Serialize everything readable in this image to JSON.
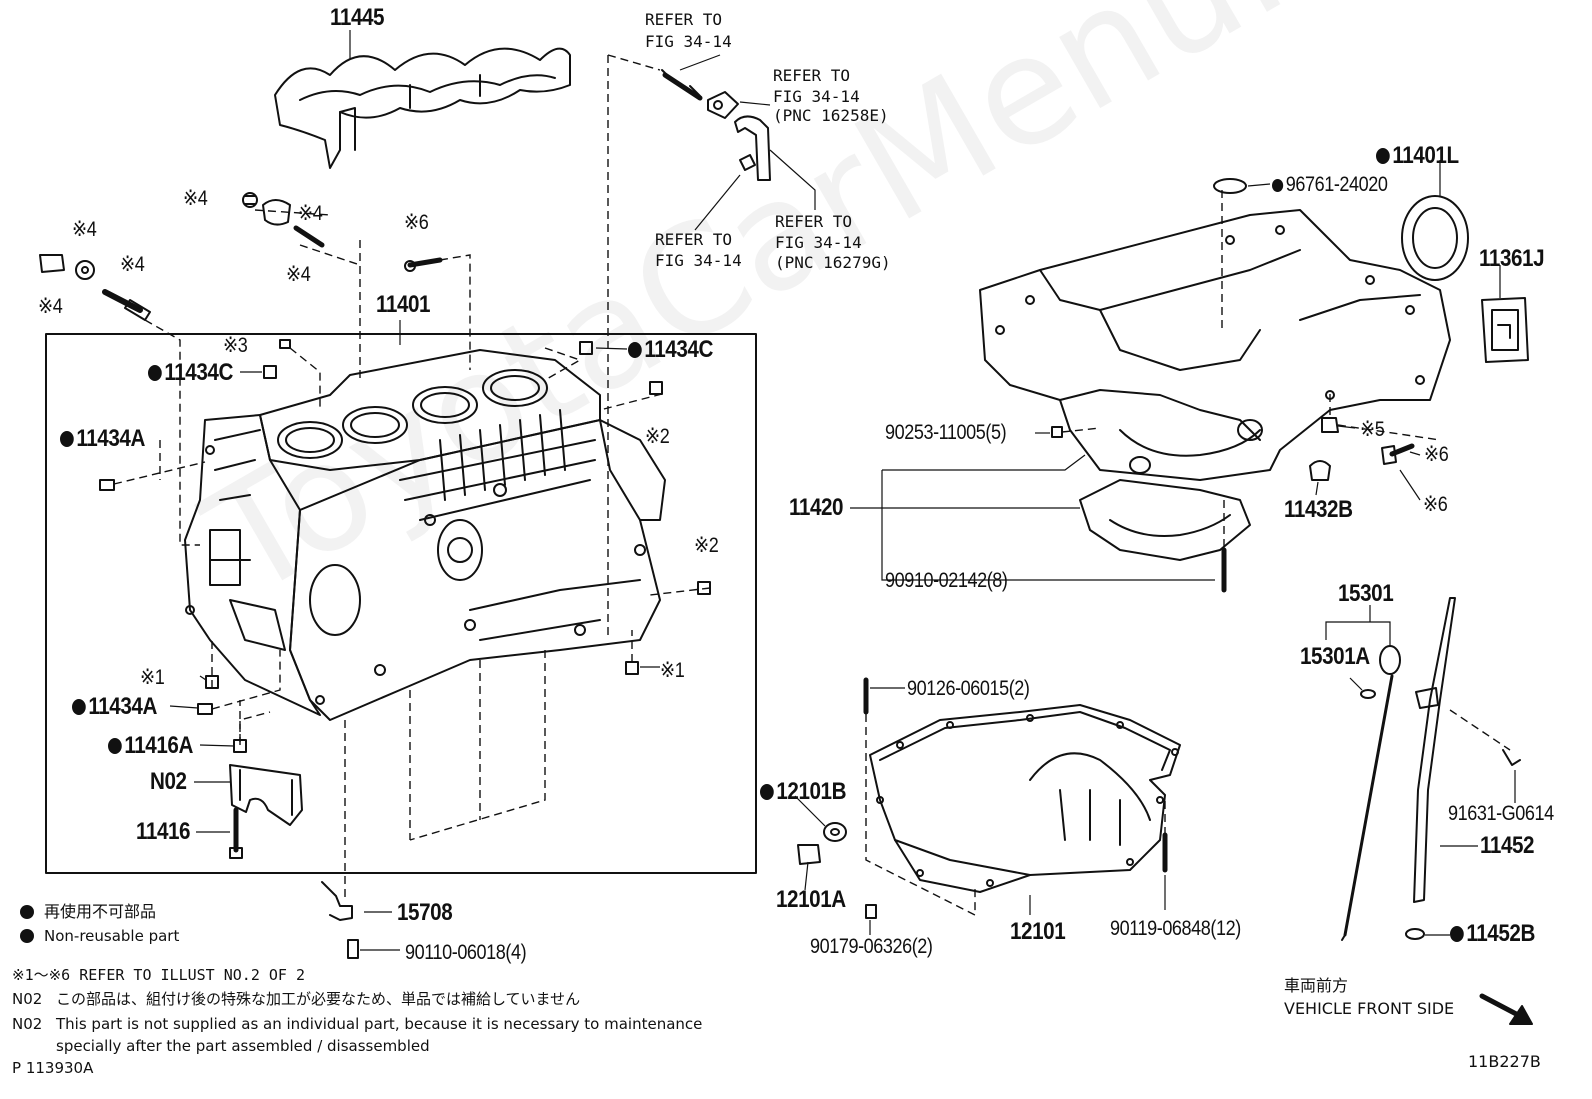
{
  "watermark": "ToyotaCarMenu.ru",
  "labels": {
    "p11445": "11445",
    "refer_a_1": "REFER TO",
    "refer_a_2": "FIG 34-14",
    "refer_b_1": "REFER TO",
    "refer_b_2": "FIG 34-14",
    "refer_b_3": "(PNC 16258E)",
    "refer_c_1": "REFER TO",
    "refer_c_2": "FIG 34-14",
    "refer_d_1": "REFER TO",
    "refer_d_2": "FIG 34-14",
    "refer_d_3": "(PNC 16279G)",
    "p11401": "11401",
    "p11434c_r": "11434C",
    "p11434c_l": "11434C",
    "p11434a_top": "11434A",
    "p11434a_bot": "11434A",
    "p11416a": "11416A",
    "n02": "N02",
    "p11416": "11416",
    "p15708": "15708",
    "p90110": "90110-06018(4)",
    "k4_a": "※4",
    "k4_b": "※4",
    "k4_c": "※4",
    "k4_d": "※4",
    "k4_e": "※4",
    "k4_f": "※4",
    "k6_top": "※6",
    "k3": "※3",
    "k2_a": "※2",
    "k2_b": "※2",
    "k1_a": "※1",
    "k1_b": "※1",
    "p96761": "96761-24020",
    "p11401l": "11401L",
    "p11361j": "11361J",
    "p90253": "90253-11005(5)",
    "k5": "※5",
    "p11420": "11420",
    "p11432b": "11432B",
    "k6_r": "※6",
    "p90910": "90910-02142(8)",
    "p15301": "15301",
    "p15301a": "15301A",
    "p90126": "90126-06015(2)",
    "p12101b": "12101B",
    "p12101a": "12101A",
    "p90179": "90179-06326(2)",
    "p12101": "12101",
    "p90119": "90119-06848(12)",
    "p91631": "91631-G0614",
    "p11452": "11452",
    "p11452b": "11452B",
    "front_jp": "車両前方",
    "front_en": "VEHICLE FRONT SIDE",
    "fig_code": "11B227B"
  },
  "legend": {
    "jp": "再使用不可部品",
    "en": "Non-reusable part"
  },
  "notes": {
    "refer": "※1～※6 REFER TO ILLUST NO.2 OF 2",
    "n02_jp_prefix": "N02",
    "n02_jp": "この部品は、組付け後の特殊な加工が必要なため、単品では補給していません",
    "n02_en_prefix": "N02",
    "n02_en_1": "This part is not supplied as an individual part, because it is necessary to maintenance",
    "n02_en_2": "specially after the part assembled / disassembled",
    "p_code": "P 113930A"
  }
}
